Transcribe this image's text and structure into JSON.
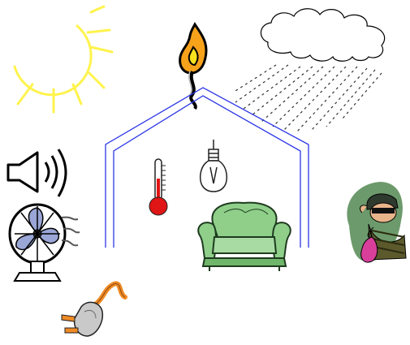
{
  "diagram": {
    "elements": [
      {
        "name": "sun",
        "icon": "sun-icon"
      },
      {
        "name": "flame",
        "icon": "flame-icon"
      },
      {
        "name": "rain-cloud",
        "icon": "rain-cloud-icon"
      },
      {
        "name": "house-outline",
        "icon": "house-outline"
      },
      {
        "name": "speaker",
        "icon": "speaker-icon"
      },
      {
        "name": "thermometer",
        "icon": "thermometer-icon"
      },
      {
        "name": "light-bulb",
        "icon": "light-bulb-icon"
      },
      {
        "name": "electric-fan",
        "icon": "fan-icon"
      },
      {
        "name": "armchair",
        "icon": "armchair-icon"
      },
      {
        "name": "burglar",
        "icon": "burglar-icon"
      },
      {
        "name": "power-plug",
        "icon": "plug-icon"
      }
    ],
    "colors": {
      "sun": "#fff34d",
      "flame_outer": "#f7a21b",
      "flame_inner": "#f9e11e",
      "house_outline": "#2b36e6",
      "thermometer_bulb": "#e01515",
      "armchair": "#8fcf8a",
      "fan": "#9aa6d6",
      "plug": "#f08a25",
      "burglar_bag": "#d83f9b",
      "burglar_background": "#6d9a6c"
    }
  }
}
